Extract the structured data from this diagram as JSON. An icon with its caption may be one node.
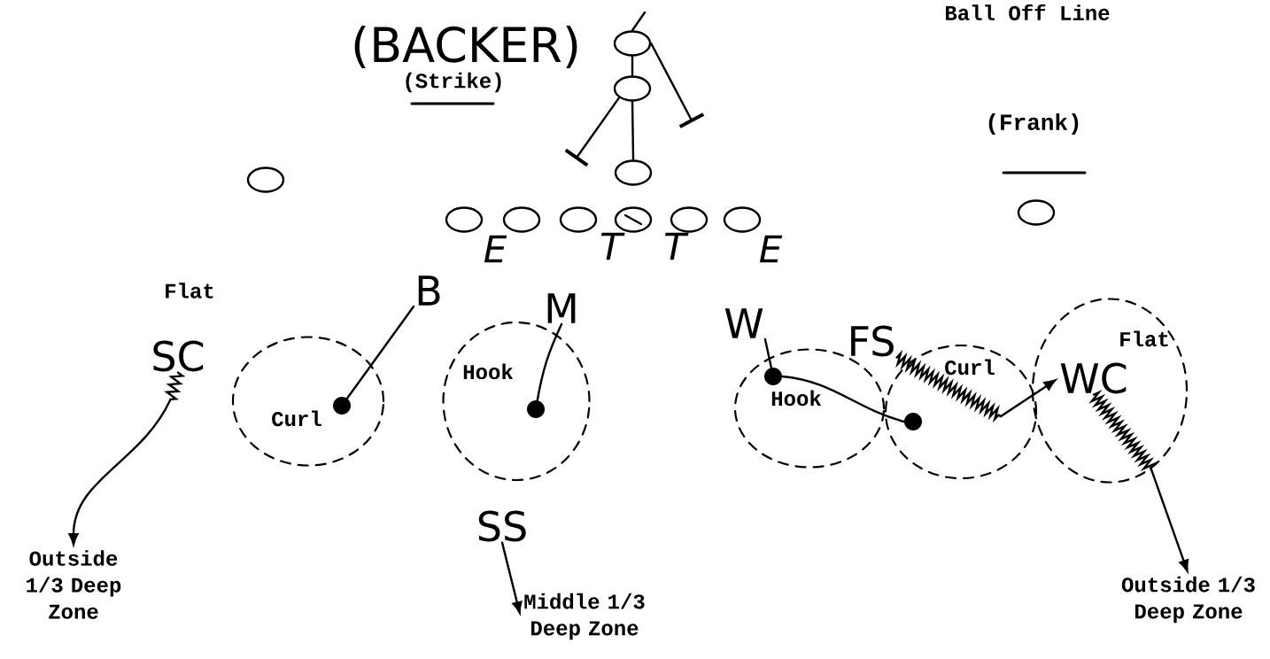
{
  "diagram": {
    "nodes": [
      {
        "text": [],
        "shape": "circle"
      },
      {
        "text": [],
        "shape": "circle"
      },
      {
        "text": [],
        "shape": "circle"
      },
      {
        "text": [],
        "shape": "circle"
      },
      {
        "text": [],
        "shape": "circle"
      },
      {
        "text": [],
        "shape": "circle"
      },
      {
        "text": [],
        "shape": "circle"
      },
      {
        "text": [],
        "shape": "circle"
      },
      {
        "text": [],
        "shape": "circle"
      },
      {
        "text": [],
        "shape": "circle"
      },
      {
        "text": [],
        "shape": "circle"
      },
      {
        "text": [
          "B"
        ]
      },
      {
        "text": [
          "M"
        ]
      },
      {
        "text": [
          "W"
        ]
      },
      {
        "text": [
          "FS"
        ]
      },
      {
        "text": [
          "SC"
        ]
      },
      {
        "text": [
          "SS"
        ]
      },
      {
        "text": [
          "Curl"
        ]
      },
      {
        "text": [],
        "shape": "circle",
        "in": 17
      },
      {
        "text": [
          "Hook"
        ]
      },
      {
        "text": [],
        "shape": "circle",
        "in": 19
      },
      {
        "text": [
          "Hook"
        ]
      },
      {
        "text": [],
        "shape": "circle",
        "in": 21
      },
      {
        "text": [
          "Curl"
        ]
      },
      {
        "text": [],
        "shape": "circle",
        "in": 23
      },
      {
        "text": [
          "Flat"
        ]
      },
      {
        "text": [
          "WC"
        ],
        "in": 25
      },
      {
        "text": [
          "Outside 1/3 Deep Zone"
        ]
      },
      {
        "text": [
          "Middle 1/3 Deep Zone"
        ]
      },
      {
        "text": [
          "Outside 1/3 Deep Zone"
        ]
      }
    ],
    "edges": [
      {
        "from": null,
        "to": 0,
        "arrow": "none"
      },
      {
        "from": 0,
        "to": 1,
        "arrow": "none"
      },
      {
        "from": 1,
        "to": 2,
        "arrow": "none"
      },
      {
        "from": 1,
        "to": null,
        "arrow": "other"
      },
      {
        "from": 0,
        "to": null,
        "arrow": "other"
      },
      {
        "from": 11,
        "to": 18,
        "arrow": "none"
      },
      {
        "from": 12,
        "to": 20,
        "arrow": "none"
      },
      {
        "from": 13,
        "to": 22,
        "arrow": "none"
      },
      {
        "from": 22,
        "to": 24,
        "arrow": "none"
      },
      {
        "from": 14,
        "to": 26,
        "arrow": "to"
      },
      {
        "from": 26,
        "to": 29,
        "arrow": "to"
      },
      {
        "from": 15,
        "to": 27,
        "arrow": "to"
      },
      {
        "from": 16,
        "to": 28,
        "arrow": "to"
      }
    ],
    "labels": [
      "Ball Off Line",
      "(BACKER)",
      "(Strike)",
      "(Frank)",
      "E",
      "T",
      "T",
      "E",
      "Flat"
    ]
  }
}
